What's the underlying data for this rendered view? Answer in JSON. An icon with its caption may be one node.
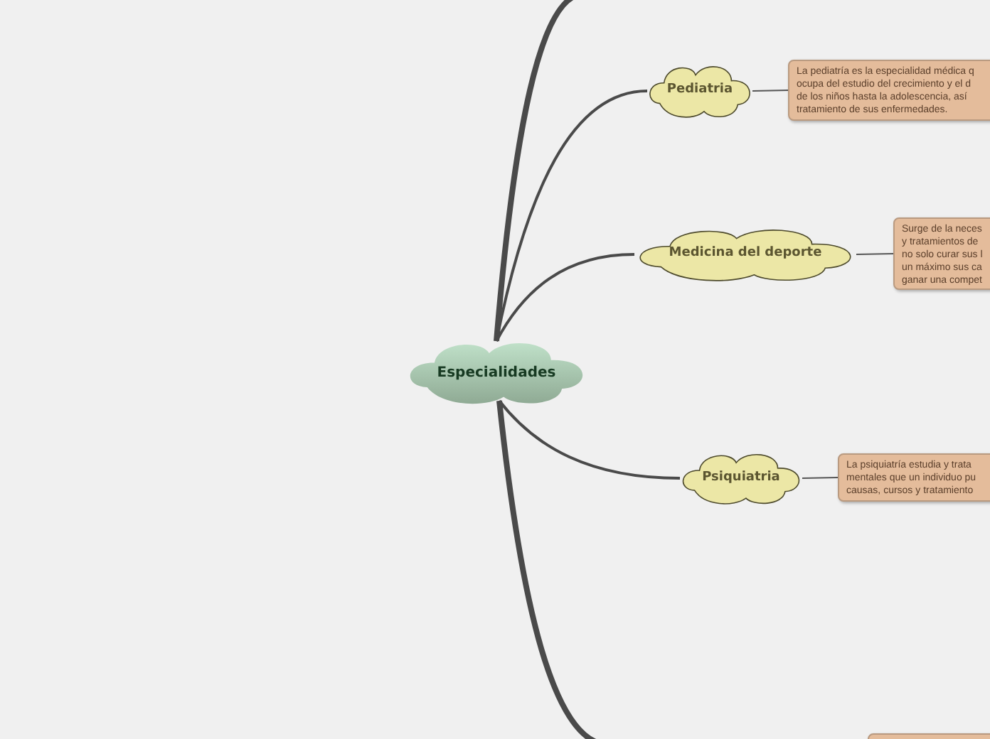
{
  "diagram": {
    "nodes": [
      {
        "text": [
          "Especialidades"
        ]
      },
      {
        "text": [
          "Pediatria"
        ]
      },
      {
        "text": [
          "La pediatría es la especialidad médica q ocupa del estudio del crecimiento y el d de los niños hasta la adolescencia, así tratamiento de sus enfermedades."
        ]
      },
      {
        "text": [
          "Medicina del deporte"
        ]
      },
      {
        "text": [
          "Surge de la neces y tratamientos de no solo curar sus l un máximo sus ca ganar una compet"
        ]
      },
      {
        "text": [
          "Psiquiatria"
        ]
      },
      {
        "text": [
          "La psiquiatría estudia y trata mentales que un individuo pu causas, cursos y tratamiento"
        ]
      },
      {
        "text": [],
        "shape": "box"
      }
    ],
    "edges": [
      {
        "from": 0,
        "to": null,
        "arrow": "none",
        "style": "thick"
      },
      {
        "from": 0,
        "to": 1,
        "arrow": "none"
      },
      {
        "from": 1,
        "to": 2,
        "arrow": "none"
      },
      {
        "from": 0,
        "to": 3,
        "arrow": "none"
      },
      {
        "from": 3,
        "to": 4,
        "arrow": "none"
      },
      {
        "from": 0,
        "to": 5,
        "arrow": "none"
      },
      {
        "from": 5,
        "to": 6,
        "arrow": "none"
      },
      {
        "from": 0,
        "to": null,
        "arrow": "none",
        "style": "thick"
      }
    ]
  }
}
